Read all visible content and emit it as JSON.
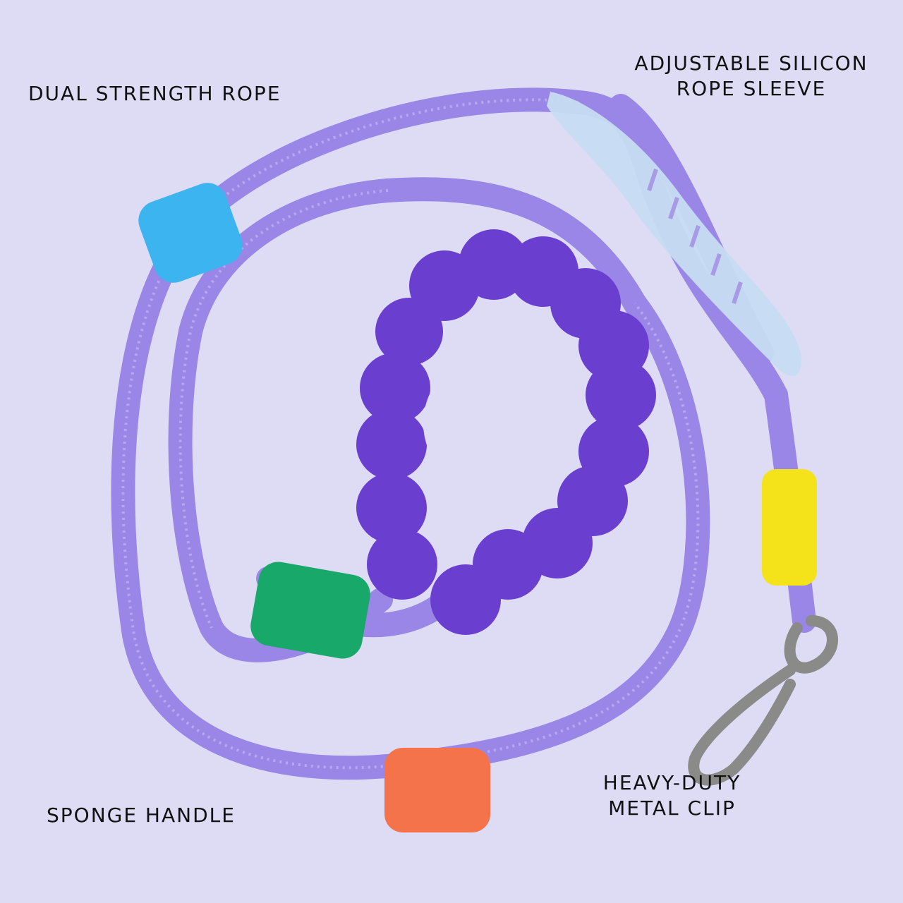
{
  "labels": {
    "rope": "DUAL STRENGTH ROPE",
    "sleeve_line1": "ADJUSTABLE SILICON",
    "sleeve_line2": "ROPE SLEEVE",
    "handle": "SPONGE HANDLE",
    "clip_line1": "HEAVY-DUTY",
    "clip_line2": "METAL CLIP"
  },
  "colors": {
    "background": "#dedcf4",
    "rope": "#9a86e6",
    "sponge": "#6a3fd0",
    "sleeve_blue": "#3bb4f0",
    "sleeve_green": "#17a86a",
    "sleeve_orange": "#f4734a",
    "sleeve_yellow": "#f4e21a",
    "silicon_sleeve": "#c6dcf2",
    "clip": "#8a8a88"
  }
}
